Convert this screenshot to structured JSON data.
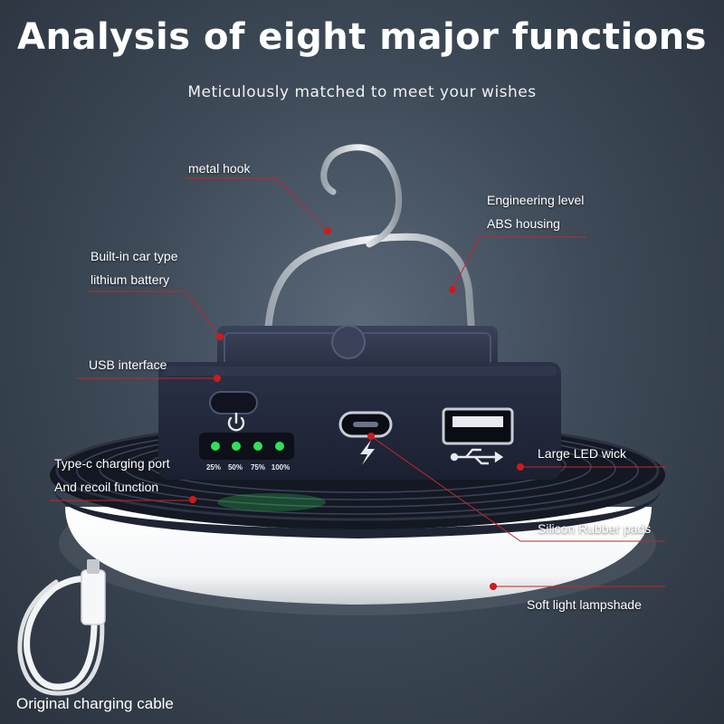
{
  "header": {
    "title": "Analysis of eight major functions",
    "subtitle": "Meticulously matched to meet your wishes"
  },
  "callouts": {
    "metal_hook": "metal hook",
    "abs_line1": "Engineering level",
    "abs_line2": "ABS housing",
    "battery_line1": "Built-in car type",
    "battery_line2": "lithium battery",
    "usb": "USB interface",
    "typec_line1": "Type-c charging port",
    "typec_line2": "And recoil function",
    "led_wick": "Large LED wick",
    "silicon_pads": "Silicon Rubber pads",
    "lampshade": "Soft light lampshade",
    "cable": "Original charging cable"
  },
  "product": {
    "battery_levels": [
      "25%",
      "50%",
      "75%",
      "100%"
    ],
    "indicator_color": "#2fe05a",
    "body_color": "#23293d",
    "accent_line_color": "#c0282a"
  }
}
